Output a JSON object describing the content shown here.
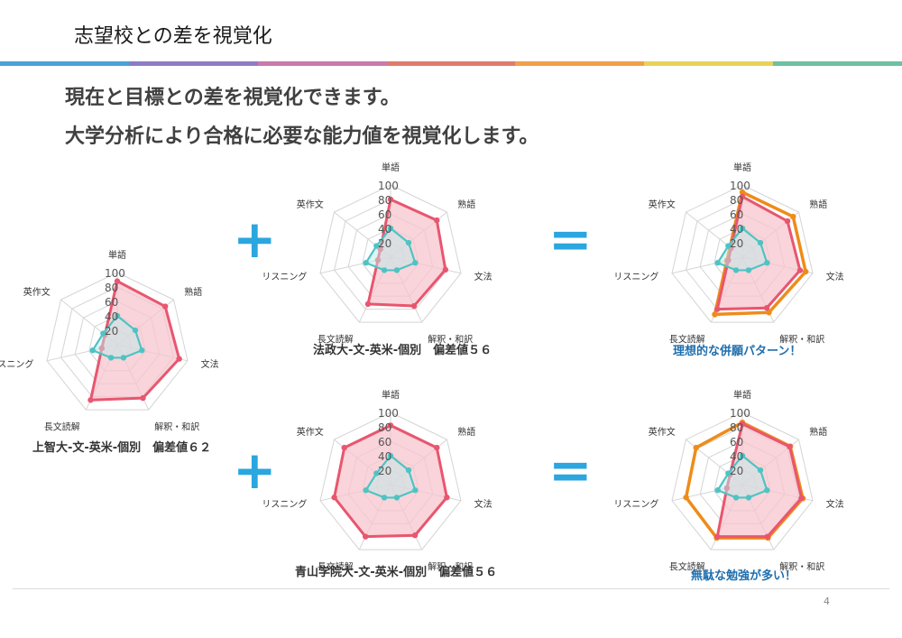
{
  "slide": {
    "title": "志望校との差を視覚化",
    "subtitle_line1": "現在と目標との差を視覚化できます。",
    "subtitle_line2": "大学分析により合格に必要な能力値を視覚化します。",
    "page_number": "4",
    "operators": {
      "plus": "+",
      "equals": "="
    }
  },
  "theme": {
    "header_bar_colors": [
      "#4aa3d8",
      "#8e7cc3",
      "#c979ad",
      "#e07b6b",
      "#f0a04a",
      "#e8d35a",
      "#6cc1a0"
    ],
    "target_color": "#e8566f",
    "target_fill": "#f7c5ce",
    "current_color": "#4fc3c3",
    "ideal_color": "#ee8c1a"
  },
  "chart_data": [
    {
      "id": "base",
      "type": "radar",
      "caption": "上智大-文-英米-個別　偏差値６２",
      "axes": [
        "単語",
        "熟語",
        "文法",
        "解釈・和訳",
        "長文読解",
        "リスニング",
        "英作文"
      ],
      "tick_labels": [
        "20",
        "40",
        "60",
        "80",
        "100"
      ],
      "rmax": 100,
      "series": [
        {
          "role": "target",
          "values": [
            88,
            85,
            88,
            82,
            85,
            22,
            22
          ]
        },
        {
          "role": "current",
          "values": [
            40,
            32,
            35,
            20,
            20,
            35,
            25
          ]
        }
      ]
    },
    {
      "id": "hosei",
      "type": "radar",
      "caption": "法政大-文-英米-個別　偏差値５６",
      "axes": [
        "単語",
        "熟語",
        "文法",
        "解釈・和訳",
        "長文読解",
        "リスニング",
        "英作文"
      ],
      "tick_labels": [
        "20",
        "40",
        "60",
        "80",
        "100"
      ],
      "rmax": 100,
      "series": [
        {
          "role": "target",
          "values": [
            80,
            82,
            78,
            75,
            72,
            18,
            18
          ]
        },
        {
          "role": "current",
          "values": [
            40,
            32,
            35,
            20,
            20,
            35,
            25
          ]
        }
      ]
    },
    {
      "id": "aoyama",
      "type": "radar",
      "caption": "青山学院大-文-英米-個別　偏差値５６",
      "axes": [
        "単語",
        "熟語",
        "文法",
        "解釈・和訳",
        "長文読解",
        "リスニング",
        "英作文"
      ],
      "tick_labels": [
        "20",
        "40",
        "60",
        "80",
        "100"
      ],
      "rmax": 100,
      "series": [
        {
          "role": "target",
          "values": [
            82,
            82,
            80,
            78,
            80,
            80,
            82
          ]
        },
        {
          "role": "current",
          "values": [
            40,
            32,
            35,
            20,
            20,
            35,
            25
          ]
        }
      ]
    },
    {
      "id": "ideal",
      "type": "radar",
      "caption": "理想的な併願パターン！",
      "caption_style": "blue",
      "axes": [
        "単語",
        "熟語",
        "文法",
        "解釈・和訳",
        "長文読解",
        "リスニング",
        "英作文"
      ],
      "tick_labels": [
        "20",
        "40",
        "60",
        "80",
        "100"
      ],
      "rmax": 100,
      "series": [
        {
          "role": "ideal",
          "values": [
            90,
            90,
            90,
            85,
            88,
            22,
            22
          ]
        },
        {
          "role": "target",
          "values": [
            84,
            80,
            82,
            78,
            80,
            20,
            20
          ]
        },
        {
          "role": "current",
          "values": [
            40,
            32,
            35,
            20,
            20,
            35,
            25
          ]
        }
      ]
    },
    {
      "id": "waste",
      "type": "radar",
      "caption": "無駄な勉強が多い！",
      "caption_style": "blue",
      "axes": [
        "単語",
        "熟語",
        "文法",
        "解釈・和訳",
        "長文読解",
        "リスニング",
        "英作文"
      ],
      "tick_labels": [
        "20",
        "40",
        "60",
        "80",
        "100"
      ],
      "rmax": 100,
      "series": [
        {
          "role": "ideal",
          "values": [
            86,
            85,
            86,
            82,
            82,
            80,
            82
          ]
        },
        {
          "role": "target",
          "values": [
            84,
            84,
            84,
            80,
            80,
            22,
            22
          ]
        },
        {
          "role": "current",
          "values": [
            40,
            32,
            35,
            20,
            20,
            35,
            25
          ]
        }
      ]
    }
  ]
}
